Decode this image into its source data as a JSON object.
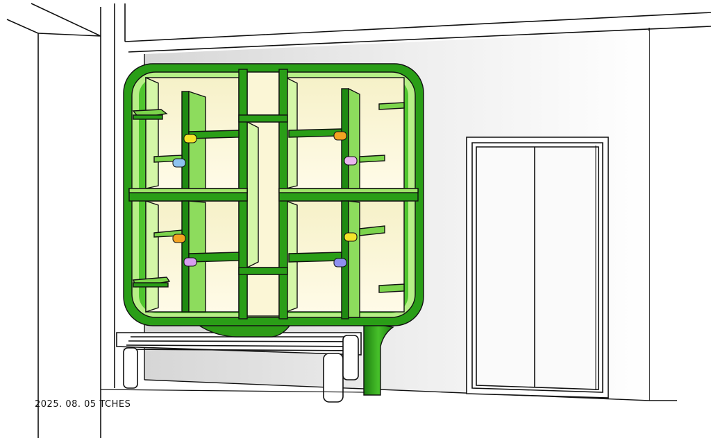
{
  "caption": "2025. 08. 05 TCHES",
  "colors": {
    "green_dark": "#1f8a12",
    "green_mid": "#3bb21f",
    "green_light": "#b8f08a",
    "interior": "#fbf6d6",
    "wall_gray": "#dcdcdc",
    "door_frame": "#ffffff",
    "line": "#111111"
  },
  "tags": [
    {
      "name": "yellow-tag",
      "color": "#f4e52a"
    },
    {
      "name": "blue-tag",
      "color": "#8ec3f0"
    },
    {
      "name": "orange-tag",
      "color": "#f3a322"
    },
    {
      "name": "violet-tag",
      "color": "#d79ef0"
    },
    {
      "name": "pink-tag",
      "color": "#e9b6ee"
    },
    {
      "name": "periwinkle-tag",
      "color": "#8f8ff0"
    }
  ]
}
